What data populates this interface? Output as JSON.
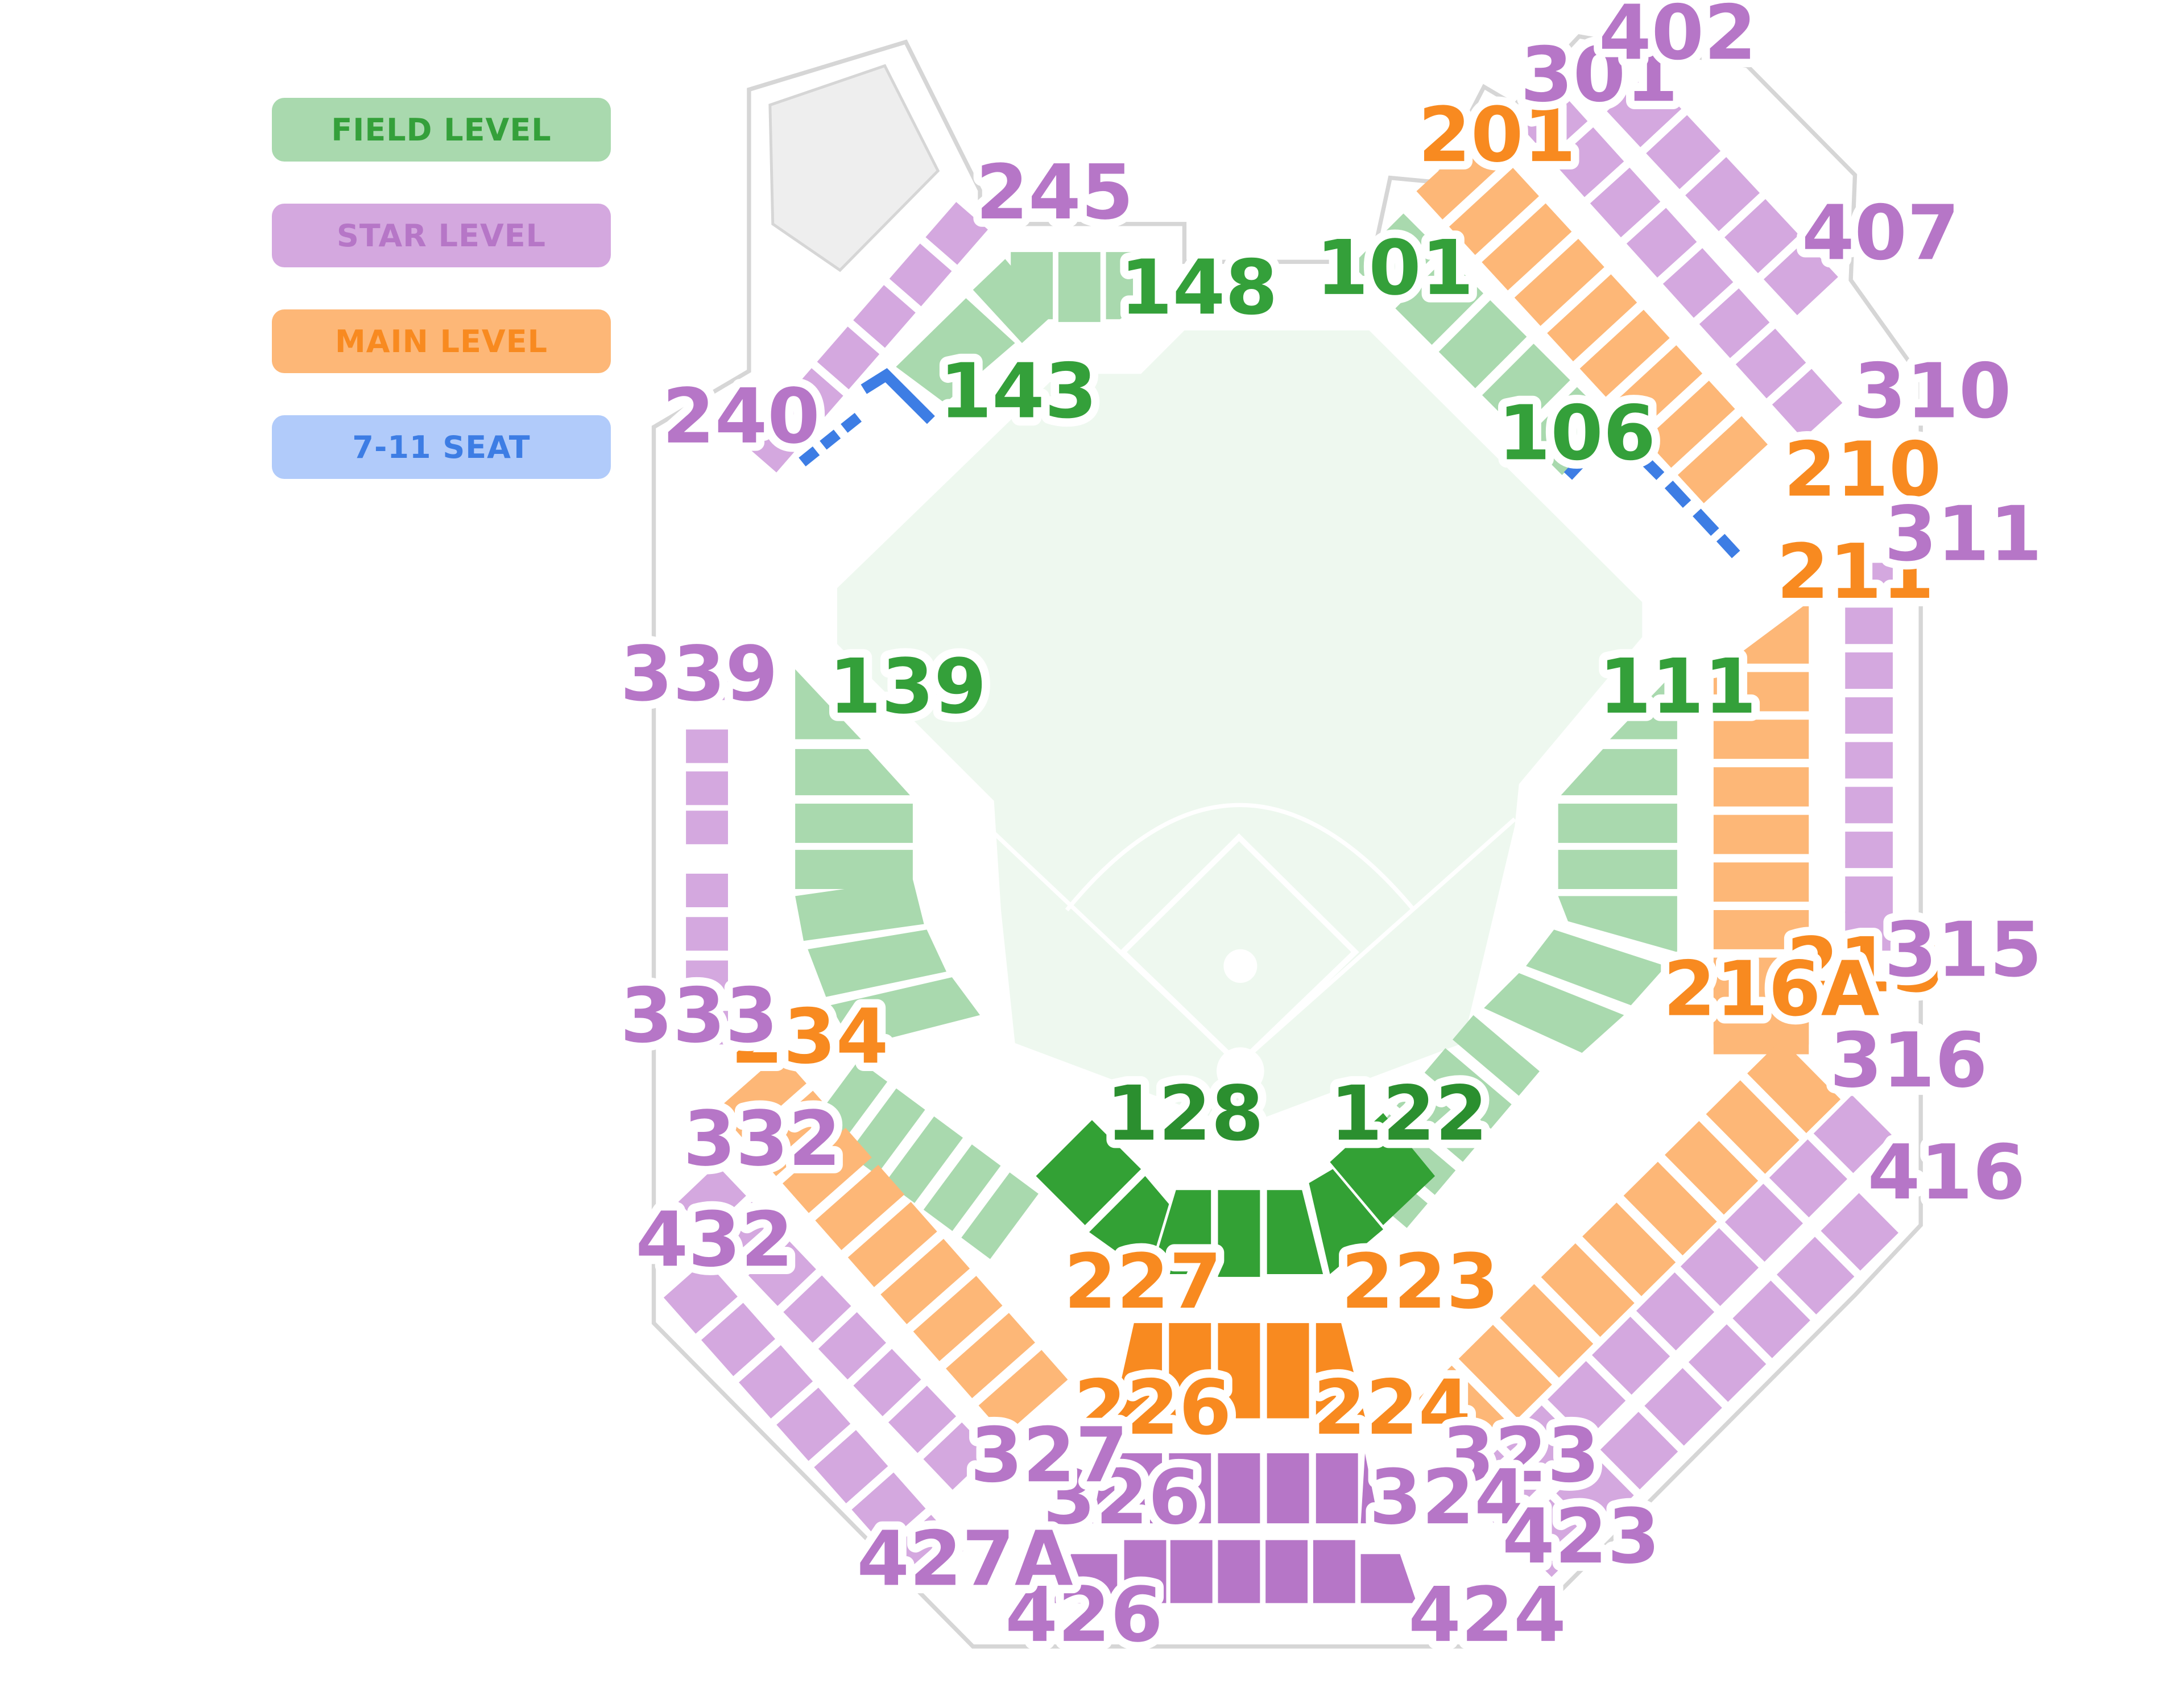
{
  "legend": [
    {
      "label": "FIELD LEVEL",
      "color": "#a9d9ae",
      "text_color": "#34a03a"
    },
    {
      "label": "STAR LEVEL",
      "color": "#d4a8df",
      "text_color": "#b676c7"
    },
    {
      "label": "MAIN LEVEL",
      "color": "#fdb777",
      "text_color": "#f88a20"
    },
    {
      "label": "7-11 SEAT",
      "color": "#b1cbfa",
      "text_color": "#3d7de4"
    }
  ],
  "colors": {
    "field_light": "#a9d9ae",
    "field_dark": "#33a135",
    "main_light": "#fdb777",
    "main_dark": "#f88a20",
    "star_light": "#d4a8df",
    "star_dark": "#b676c7",
    "seat_blue": "#3d7de4",
    "field_text": "#2f9a35",
    "main_text": "#f88a20",
    "star_text": "#b676c7",
    "grass": "#eef8ef",
    "outline": "#d6d6d6"
  },
  "sections": {
    "101": "101",
    "106": "106",
    "111": "111",
    "122": "122",
    "128": "128",
    "139": "139",
    "143": "143",
    "148": "148",
    "201": "201",
    "210": "210",
    "211": "211",
    "215": "215",
    "216A": "216A",
    "223": "223",
    "224": "224",
    "226": "226",
    "227": "227",
    "234": "234",
    "240": "240",
    "245": "245",
    "301": "301",
    "310": "310",
    "311": "311",
    "315": "315",
    "316": "316",
    "323": "323",
    "324": "324",
    "326": "326",
    "327": "327",
    "332": "332",
    "333": "333",
    "339": "339",
    "402": "402",
    "407": "407",
    "416": "416",
    "423": "423",
    "424": "424",
    "426": "426",
    "427A": "427A",
    "432": "432"
  }
}
